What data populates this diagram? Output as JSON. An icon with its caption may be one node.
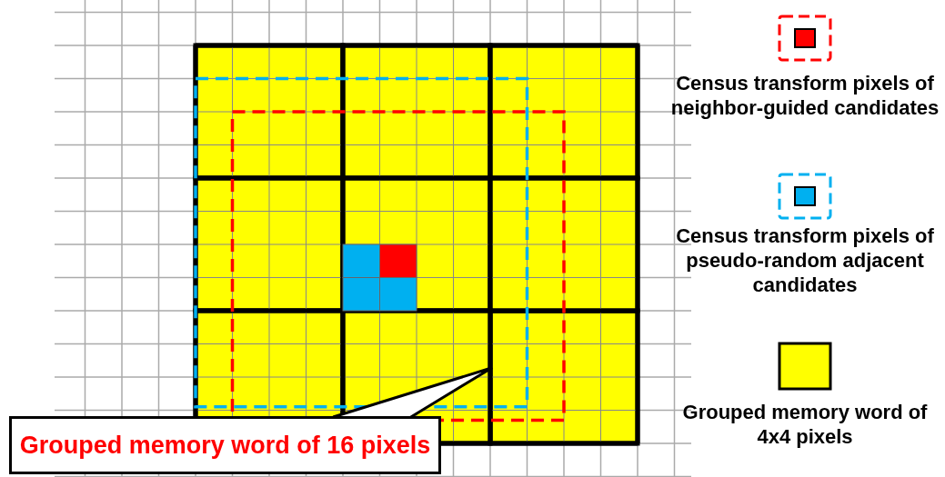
{
  "diagram": {
    "nodes": [
      {
        "text": [
          "Grouped memory word of 16 pixels"
        ]
      },
      {
        "text": [],
        "shape": "box"
      }
    ],
    "edges": [
      {
        "from": 0,
        "to": 1,
        "arrow": "none"
      }
    ],
    "legend": [
      {
        "text": "Census transform pixels of neighbor-guided candidates"
      },
      {
        "text": "Census transform pixels of pseudo-random adjacent candidates"
      },
      {
        "text": "Grouped memory word of 4x4 pixels",
        "color": "#ffff00"
      }
    ]
  }
}
